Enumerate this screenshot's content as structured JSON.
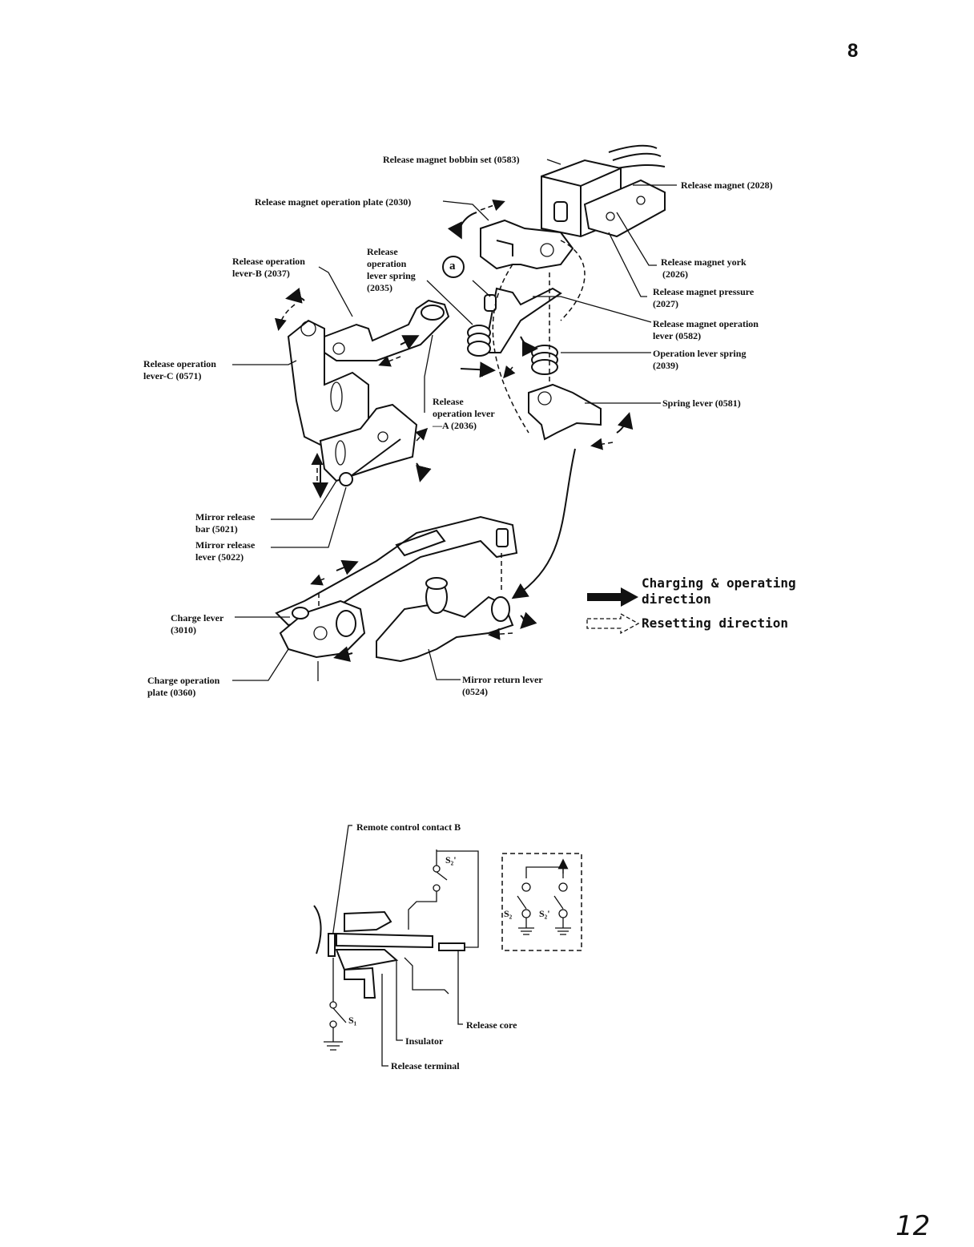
{
  "page": {
    "number": "8",
    "handwritten_number": "12"
  },
  "labels": {
    "bobbin_set": "Release magnet bobbin set (0583)",
    "release_magnet": "Release magnet (2028)",
    "magnet_plate": "Release magnet operation plate (2030)",
    "lever_b_l1": "Release operation",
    "lever_b_l2": "lever-B (2037)",
    "lever_spring_l1": "Release",
    "lever_spring_l2": "operation",
    "lever_spring_l3": "lever spring",
    "lever_spring_l4": "(2035)",
    "callout_a": "a",
    "york_l1": "Release magnet york",
    "york_l2": "(2026)",
    "pressure_l1": "Release magnet pressure",
    "pressure_l2": "(2027)",
    "magnet_lever_l1": "Release magnet operation",
    "magnet_lever_l2": "lever (0582)",
    "op_spring_l1": "Operation lever spring",
    "op_spring_l2": "(2039)",
    "lever_c_l1": "Release operation",
    "lever_c_l2": "lever-C (0571)",
    "lever_a_l1": "Release",
    "lever_a_l2": "operation lever",
    "lever_a_l3": "—A (2036)",
    "spring_lever": "Spring lever (0581)",
    "mirror_bar_l1": "Mirror release",
    "mirror_bar_l2": "bar (5021)",
    "mirror_lever_l1": "Mirror release",
    "mirror_lever_l2": "lever (5022)",
    "charge_lever_l1": "Charge lever",
    "charge_lever_l2": "(3010)",
    "charge_plate_l1": "Charge operation",
    "charge_plate_l2": "plate (0360)",
    "mirror_return_l1": "Mirror return lever",
    "mirror_return_l2": "(0524)"
  },
  "legend": {
    "charging_l1": "Charging & operating",
    "charging_l2": "direction",
    "resetting": "Resetting direction"
  },
  "circuit": {
    "remote_contact": "Remote control contact B",
    "s2_prime": "S₂'",
    "s1": "S₁",
    "box_s2": "S₂",
    "box_s2_prime": "S₂'",
    "release_core": "Release core",
    "insulator": "Insulator",
    "release_terminal": "Release terminal"
  }
}
